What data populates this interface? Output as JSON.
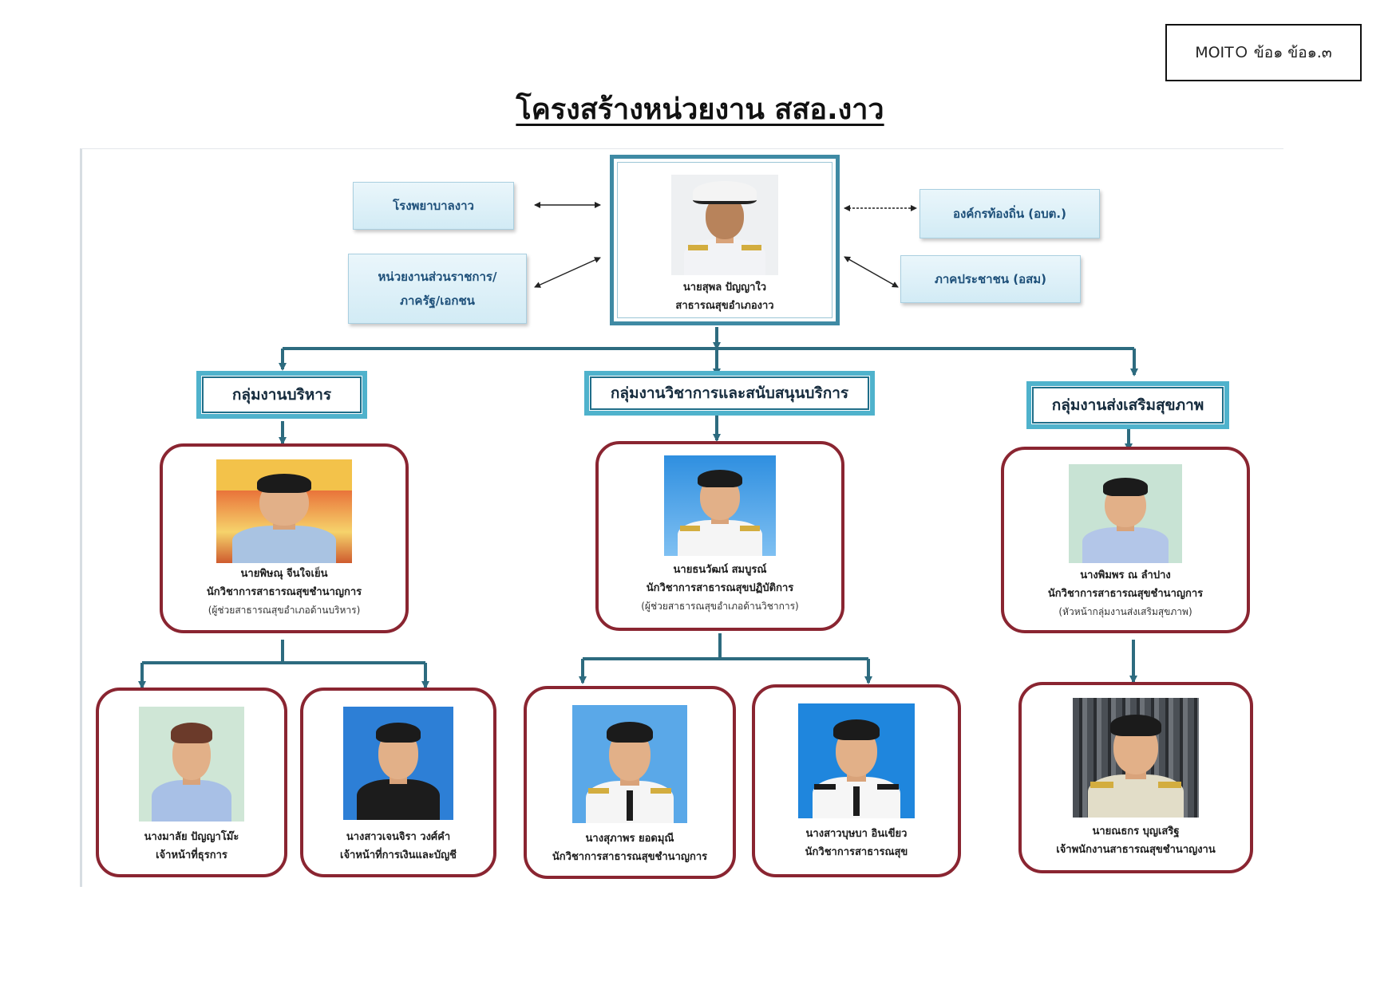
{
  "doc_ref": "MOITＯ ข้อ๑ ข้อ๑.๓",
  "title": "โครงสร้างหน่วยงาน สสอ.งาว",
  "partners": {
    "hospital": "โรงพยาบาลงาว",
    "government": [
      "หน่วยงานส่วนราชการ/",
      "ภาครัฐ/เอกชน"
    ],
    "local_org": "องค์กรท้องถิ่น (อบต.)",
    "public": "ภาคประชาชน (อสม)"
  },
  "head": {
    "name": "นายสุพล ปัญญาใว",
    "position": "สาธารณสุขอำเภองาว"
  },
  "groups": {
    "admin": "กลุ่มงานบริหาร",
    "academic": "กลุ่มงานวิชาการและสนับสนุนบริการ",
    "promotion": "กลุ่มงานส่งเสริมสุขภาพ"
  },
  "group_leads": {
    "admin": {
      "name": "นายพิษณุ จีนใจเย็น",
      "position": "นักวิชาการสาธารณสุขชำนาญการ",
      "note": "(ผู้ช่วยสาธารณสุขอำเภอด้านบริหาร)"
    },
    "academic": {
      "name": "นายธนวัฒน์ สมบูรณ์",
      "position": "นักวิชาการสาธารณสุขปฏิบัติการ",
      "note": "(ผู้ช่วยสาธารณสุขอำเภอด้านวิชาการ)"
    },
    "promotion": {
      "name": "นางพิมพร ณ ลำปาง",
      "position": "นักวิชาการสาธารณสุขชำนาญการ",
      "note": "(หัวหน้ากลุ่มงานส่งเสริมสุขภาพ)"
    }
  },
  "staff": [
    {
      "name": "นางมาลัย ปัญญาโม๊ะ",
      "position": "เจ้าหน้าที่ธุรการ"
    },
    {
      "name": "นางสาวเจนจิรา วงศ์คำ",
      "position": "เจ้าหน้าที่การเงินและบัญชี"
    },
    {
      "name": "นางสุภาพร ยอดมุณี",
      "position": "นักวิชาการสาธารณสุขชำนาญการ"
    },
    {
      "name": "นางสาวบุษบา อินเขียว",
      "position": "นักวิชาการสาธารณสุข"
    },
    {
      "name": "นายณธกร บุญเสริฐ",
      "position": "เจ้าพนักงานสาธารณสุขชำนาญงาน"
    }
  ],
  "colors": {
    "connector": "#2d6b7f",
    "group_border": "#4fb2cc",
    "card_border": "#8a2531",
    "partner_text": "#1d4f79"
  }
}
